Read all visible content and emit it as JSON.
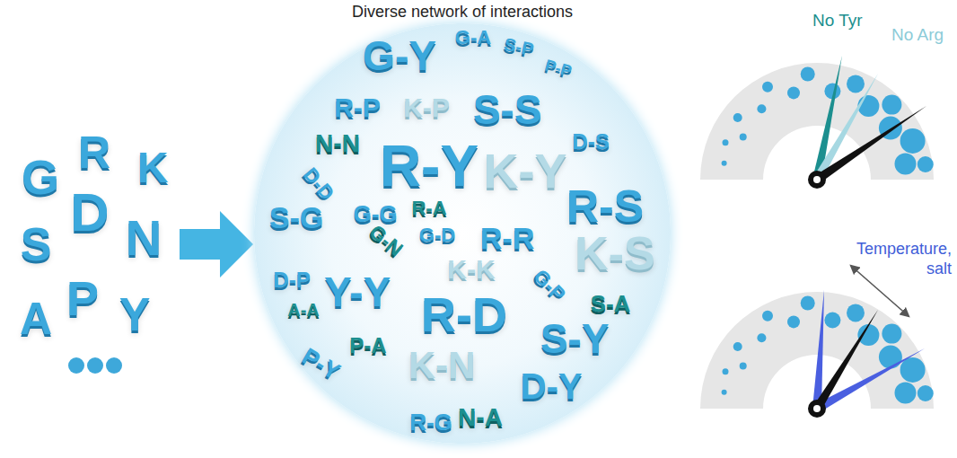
{
  "diagram": {
    "title": "Diverse network of interactions",
    "nodes": [
      {
        "text": [
          "G-Y",
          "G-A",
          "S-P",
          "P-P",
          "R-P",
          "K-P",
          "S-S",
          "N-N",
          "D-S",
          "D-D",
          "R-Y",
          "K-Y",
          "R-S",
          "S-G",
          "G-G",
          "R-A",
          "G-N",
          "G-D",
          "R-R",
          "K-S",
          "K-K",
          "G-P",
          "D-P",
          "A-A",
          "Y-Y",
          "R-D",
          "S-A",
          "P-A",
          "S-Y",
          "P-Y",
          "K-N",
          "D-Y",
          "R-G",
          "N-A"
        ]
      }
    ],
    "labels": [
      "G",
      "R",
      "K",
      "D",
      "S",
      "N",
      "A",
      "P",
      "Y",
      "No Tyr",
      "No Arg",
      "Temperature, salt"
    ]
  }
}
